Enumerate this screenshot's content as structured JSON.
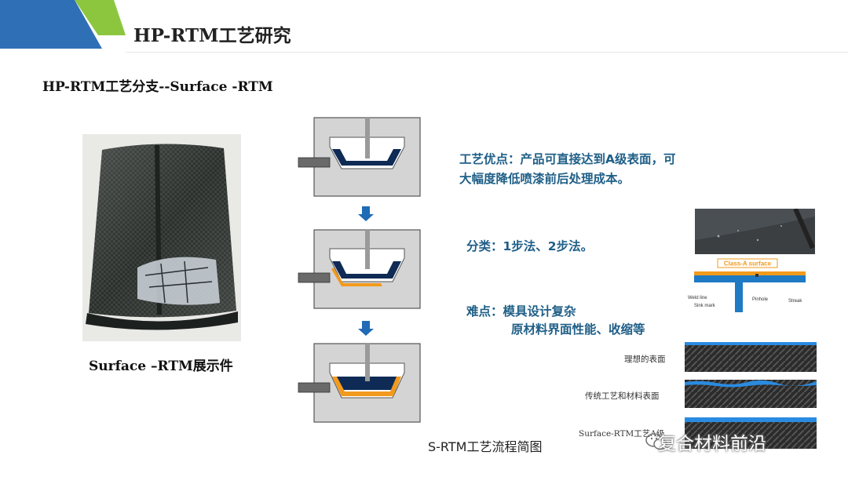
{
  "slide": {
    "title": "HP-RTM工艺研究",
    "subtitle": "HP-RTM工艺分支--Surface -RTM"
  },
  "photo": {
    "caption": "Surface –RTM展示件"
  },
  "diagram": {
    "caption": "S-RTM工艺流程简图",
    "colors": {
      "mold": "#d4d4d4",
      "mold_border": "#555555",
      "part": "#0f2b55",
      "surface_layer": "#f29a1d",
      "arrow": "#1f6bb5"
    }
  },
  "text": {
    "advantage_line1": "工艺优点：产品可直接达到A级表面，可",
    "advantage_line2": "大幅度降低喷漆前后处理成本。",
    "classification": "分类：1步法、2步法。",
    "difficulty_line1": "难点：模具设计复杂",
    "difficulty_line2": "原材料界面性能、收缩等"
  },
  "classa_figure": {
    "header": "Class-A surface",
    "labels": [
      "Weld line",
      "Sink mark",
      "Pinhole",
      "Streak"
    ]
  },
  "strips": {
    "ideal": "理想的表面",
    "traditional": "传统工艺和材料表面",
    "srtm": "Surface-RTM工艺A级"
  },
  "watermark": {
    "text": "复合材料前沿",
    "icon": "wechat-icon"
  },
  "theme": {
    "accent_blue": "#2f6fb6",
    "accent_green": "#8cc63f"
  }
}
